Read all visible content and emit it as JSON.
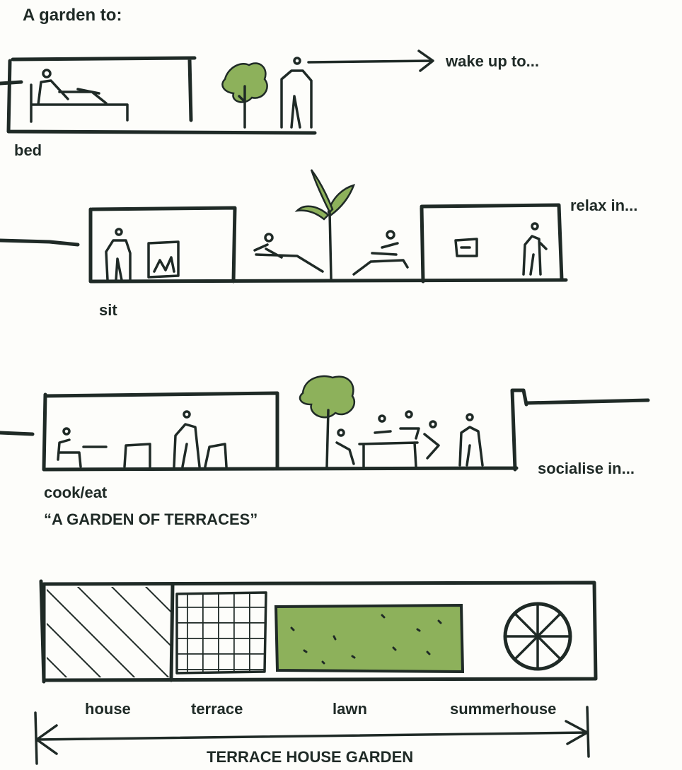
{
  "title": "A garden to:",
  "scenes": {
    "wake": {
      "action": "wake up to...",
      "place": "bed"
    },
    "relax": {
      "action": "relax in...",
      "place": "sit"
    },
    "social": {
      "action": "socialise in...",
      "place": "cook/eat"
    }
  },
  "caption": "“A GARDEN OF TERRACES”",
  "plan": {
    "zones": [
      {
        "label": "house",
        "hatch": "diagonal"
      },
      {
        "label": "terrace",
        "hatch": "grid"
      },
      {
        "label": "lawn",
        "hatch": "green-fill"
      },
      {
        "label": "summerhouse",
        "hatch": "radial"
      }
    ],
    "dimension_label": "TERRACE HOUSE GARDEN"
  },
  "colors": {
    "ink": "#1f2a26",
    "green": "#8db15b",
    "paper": "#fdfdfa"
  }
}
